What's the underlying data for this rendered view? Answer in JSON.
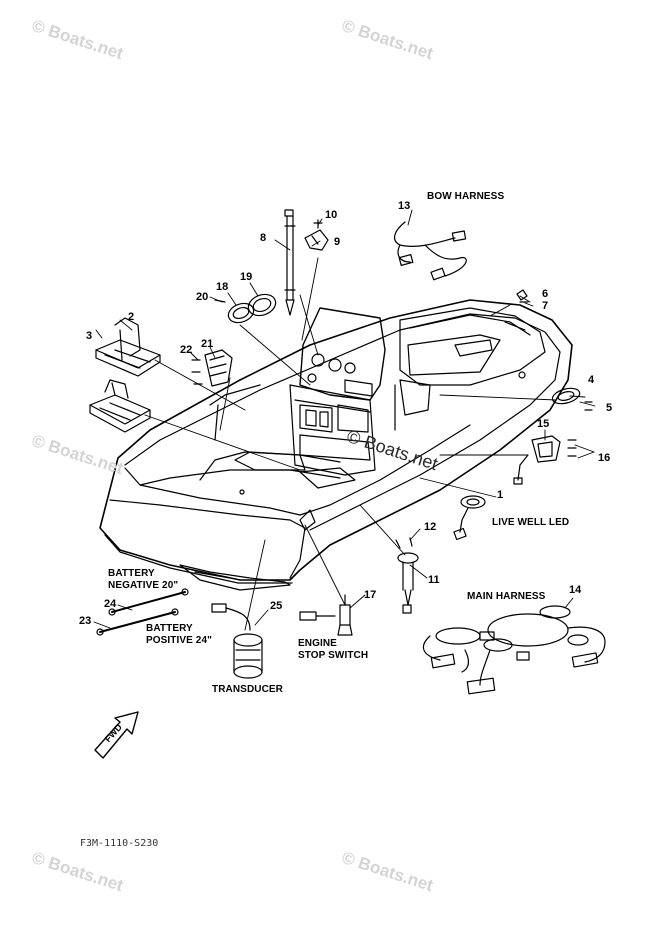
{
  "watermark": "© Boats.net",
  "labels": {
    "bow_harness": "BOW HARNESS",
    "live_well_led": "LIVE WELL LED",
    "main_harness": "MAIN HARNESS",
    "battery_negative_line1": "BATTERY",
    "battery_negative_line2": "NEGATIVE 20\"",
    "battery_positive_line1": "BATTERY",
    "battery_positive_line2": "POSITIVE 24\"",
    "engine_stop_line1": "ENGINE",
    "engine_stop_line2": "STOP SWITCH",
    "transducer": "TRANSDUCER",
    "fwd": "FWD"
  },
  "callouts": [
    "1",
    "2",
    "3",
    "4",
    "5",
    "6",
    "7",
    "8",
    "9",
    "10",
    "11",
    "12",
    "13",
    "14",
    "15",
    "16",
    "17",
    "18",
    "19",
    "20",
    "21",
    "22",
    "23",
    "24",
    "25"
  ],
  "diagram_code": "F3M-1110-S230"
}
